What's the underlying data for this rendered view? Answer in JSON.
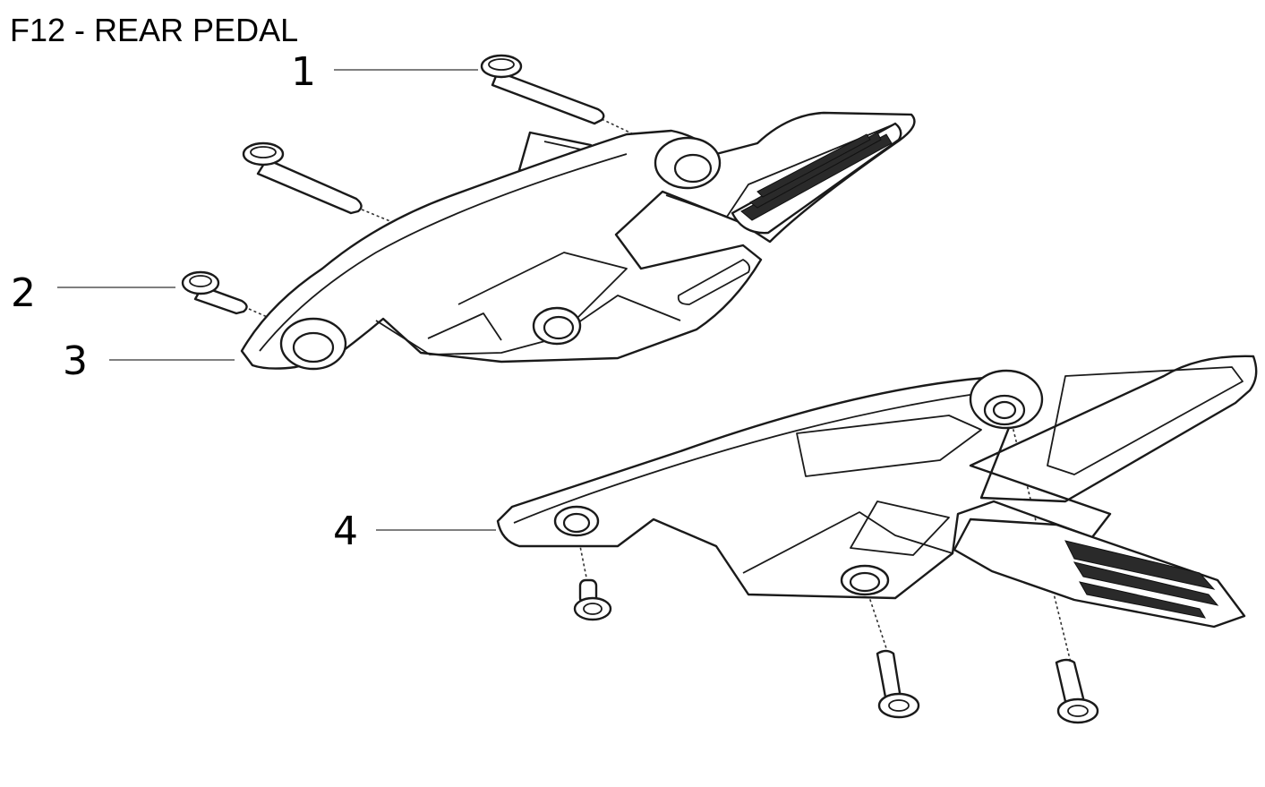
{
  "title": "F12 - REAR PEDAL",
  "callouts": [
    {
      "number": "1",
      "part": "bolt"
    },
    {
      "number": "2",
      "part": "bolt"
    },
    {
      "number": "3",
      "part": "bracket"
    },
    {
      "number": "4",
      "part": "bracket"
    }
  ],
  "colors": {
    "line": "#1a1a1a",
    "background": "#ffffff",
    "tread": "#2a2a2a"
  }
}
